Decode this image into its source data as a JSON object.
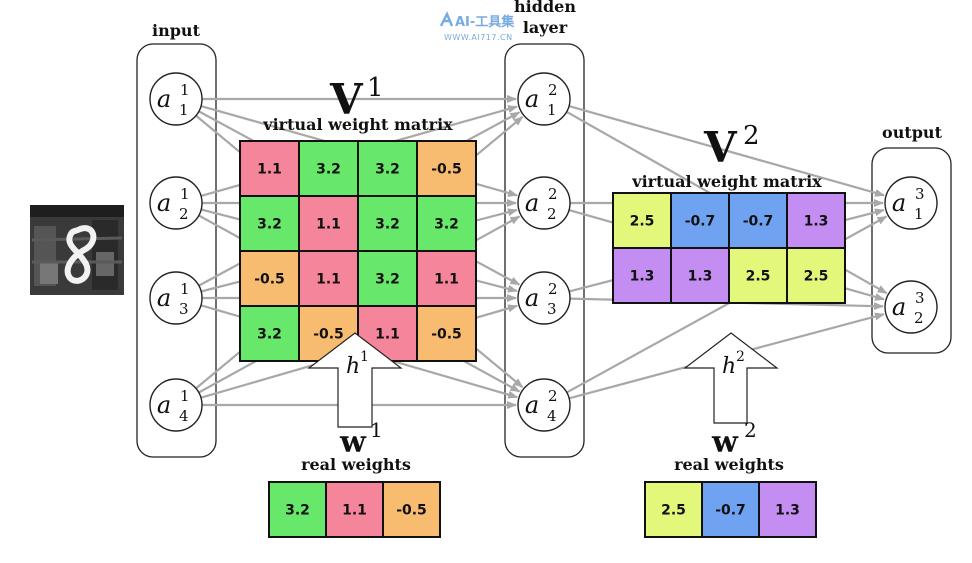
{
  "colors": {
    "pink": "#f4859a",
    "green": "#67e86a",
    "orange": "#f8bc70",
    "yellow": "#e3f77a",
    "blue": "#6fa2f0",
    "purple": "#c48df2",
    "connection": "#a8a8a8"
  },
  "labels": {
    "input": "input",
    "hidden_line1": "hidden",
    "hidden_line2": "layer",
    "output": "output",
    "v1_base": "V",
    "v1_sup": "1",
    "v1_caption": "virtual weight matrix",
    "v2_base": "V",
    "v2_sup": "2",
    "v2_caption": "virtual weight matrix",
    "w1_base": "w",
    "w1_sup": "1",
    "w1_caption": "real weights",
    "w2_base": "w",
    "w2_sup": "2",
    "w2_caption": "real weights",
    "h1_base": "h",
    "h1_sup": "1",
    "h2_base": "h",
    "h2_sup": "2"
  },
  "watermark": {
    "logo": "AI-工具集",
    "url": "WWW.AI717.CN"
  },
  "input_nodes": [
    {
      "base": "a",
      "sup": "1",
      "sub": "1"
    },
    {
      "base": "a",
      "sup": "1",
      "sub": "2"
    },
    {
      "base": "a",
      "sup": "1",
      "sub": "3"
    },
    {
      "base": "a",
      "sup": "1",
      "sub": "4"
    }
  ],
  "hidden_nodes": [
    {
      "base": "a",
      "sup": "2",
      "sub": "1"
    },
    {
      "base": "a",
      "sup": "2",
      "sub": "2"
    },
    {
      "base": "a",
      "sup": "2",
      "sub": "3"
    },
    {
      "base": "a",
      "sup": "2",
      "sub": "4"
    }
  ],
  "output_nodes": [
    {
      "base": "a",
      "sup": "3",
      "sub": "1"
    },
    {
      "base": "a",
      "sup": "3",
      "sub": "2"
    }
  ],
  "v1_matrix": [
    [
      {
        "value": "1.1",
        "color": "pink"
      },
      {
        "value": "3.2",
        "color": "green"
      },
      {
        "value": "3.2",
        "color": "green"
      },
      {
        "value": "-0.5",
        "color": "orange"
      }
    ],
    [
      {
        "value": "3.2",
        "color": "green"
      },
      {
        "value": "1.1",
        "color": "pink"
      },
      {
        "value": "3.2",
        "color": "green"
      },
      {
        "value": "3.2",
        "color": "green"
      }
    ],
    [
      {
        "value": "-0.5",
        "color": "orange"
      },
      {
        "value": "1.1",
        "color": "pink"
      },
      {
        "value": "3.2",
        "color": "green"
      },
      {
        "value": "1.1",
        "color": "pink"
      }
    ],
    [
      {
        "value": "3.2",
        "color": "green"
      },
      {
        "value": "-0.5",
        "color": "orange"
      },
      {
        "value": "1.1",
        "color": "pink"
      },
      {
        "value": "-0.5",
        "color": "orange"
      }
    ]
  ],
  "v2_matrix": [
    [
      {
        "value": "2.5",
        "color": "yellow"
      },
      {
        "value": "-0.7",
        "color": "blue"
      },
      {
        "value": "-0.7",
        "color": "blue"
      },
      {
        "value": "1.3",
        "color": "purple"
      }
    ],
    [
      {
        "value": "1.3",
        "color": "purple"
      },
      {
        "value": "1.3",
        "color": "purple"
      },
      {
        "value": "2.5",
        "color": "yellow"
      },
      {
        "value": "2.5",
        "color": "yellow"
      }
    ]
  ],
  "w1_weights": [
    {
      "value": "3.2",
      "color": "green"
    },
    {
      "value": "1.1",
      "color": "pink"
    },
    {
      "value": "-0.5",
      "color": "orange"
    }
  ],
  "w2_weights": [
    {
      "value": "2.5",
      "color": "yellow"
    },
    {
      "value": "-0.7",
      "color": "blue"
    },
    {
      "value": "1.3",
      "color": "purple"
    }
  ]
}
